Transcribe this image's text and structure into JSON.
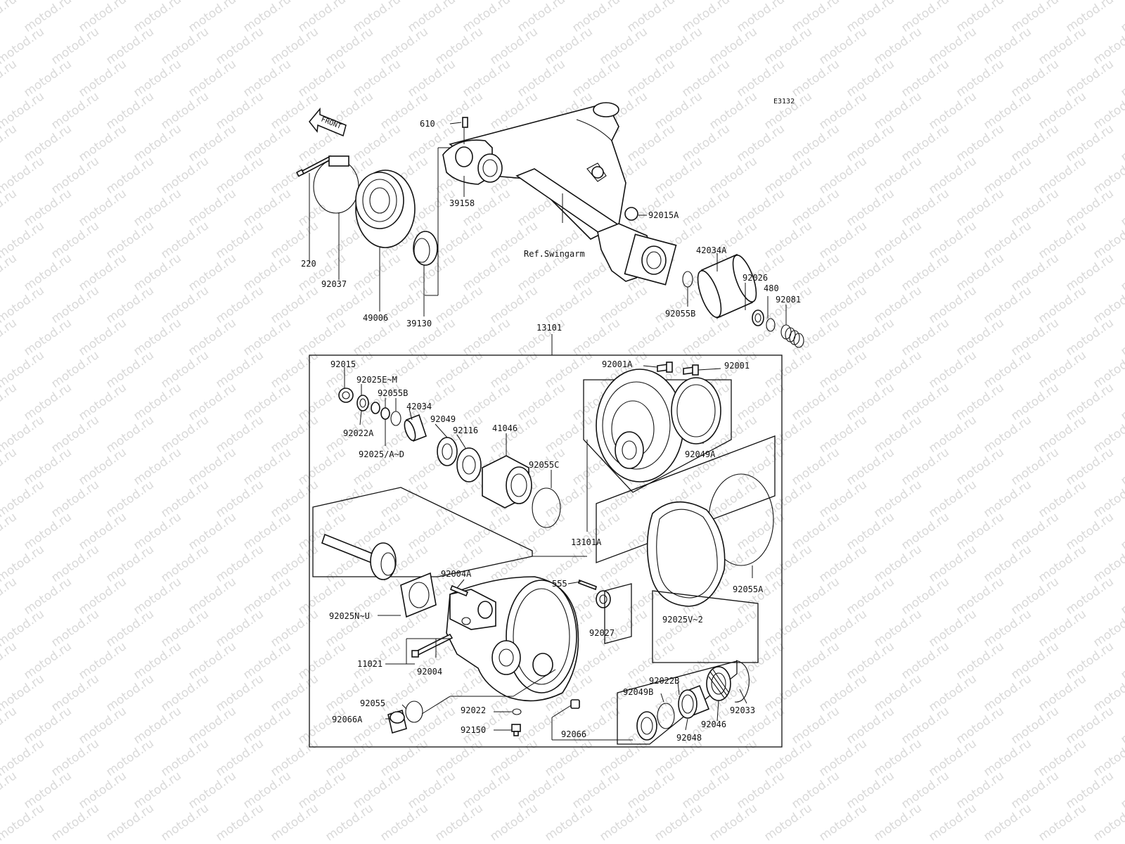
{
  "diagram": {
    "code": "E3132",
    "front_arrow": "FRONT",
    "ref_swingarm": "Ref.Swingarm",
    "watermark": "motod.ru",
    "labels": {
      "l610": "610",
      "l39158": "39158",
      "l92015A": "92015A",
      "l220": "220",
      "l92037": "92037",
      "l49006": "49006",
      "l39130": "39130",
      "l42034A": "42034A",
      "l92026": "92026",
      "l480": "480",
      "l92081": "92081",
      "l92055B_top": "92055B",
      "l13101": "13101",
      "l92015": "92015",
      "l92025EM": "92025E~M",
      "l92055B": "92055B",
      "l42034": "42034",
      "l92049": "92049",
      "l92116": "92116",
      "l41046": "41046",
      "l92022A": "92022A",
      "l92025AD": "92025/A~D",
      "l92055C": "92055C",
      "l92001A": "92001A",
      "l92001": "92001",
      "l92049A": "92049A",
      "l13101A": "13101A",
      "l92055A": "92055A",
      "l92025V2": "92025V~2",
      "l92004A": "92004A",
      "l555": "555",
      "l92025NU": "92025N~U",
      "l92027": "92027",
      "l11021": "11021",
      "l92004": "92004",
      "l92055": "92055",
      "l92066A": "92066A",
      "l92022": "92022",
      "l92150": "92150",
      "l92066": "92066",
      "l92022B": "92022B",
      "l92049B": "92049B",
      "l92046": "92046",
      "l92048": "92048",
      "l92033": "92033"
    }
  }
}
